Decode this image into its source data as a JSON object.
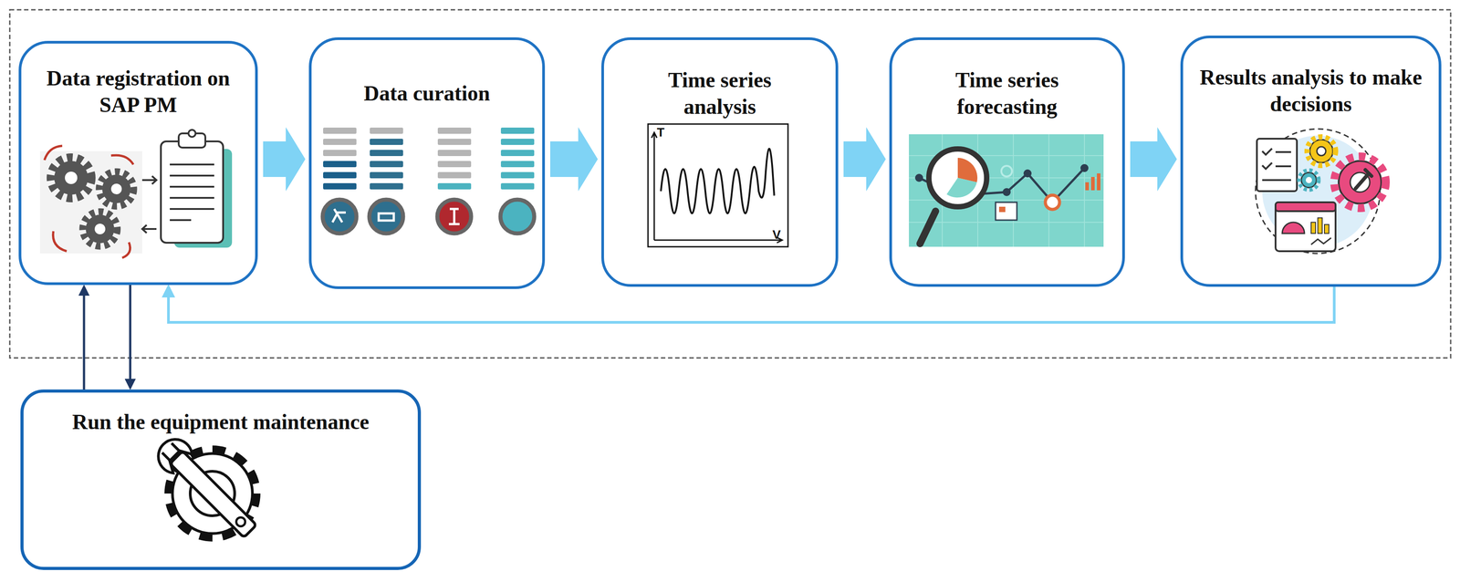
{
  "diagram": {
    "nodes": [
      {
        "text": [
          "Data registration on SAP PM"
        ]
      },
      {
        "text": [
          "Data curation"
        ]
      },
      {
        "text": [
          "Time series analysis"
        ]
      },
      {
        "text": [
          "Time series forecasting"
        ]
      },
      {
        "text": [
          "Results analysis to make decisions"
        ]
      },
      {
        "text": [
          "Run the equipment maintenance"
        ]
      }
    ],
    "edges": [
      {
        "from": 0,
        "to": 1,
        "arrow": "to"
      },
      {
        "from": 1,
        "to": 2,
        "arrow": "to"
      },
      {
        "from": 2,
        "to": 3,
        "arrow": "to"
      },
      {
        "from": 3,
        "to": 4,
        "arrow": "to"
      },
      {
        "from": 4,
        "to": 0,
        "arrow": "to"
      },
      {
        "from": 5,
        "to": 0,
        "arrow": "to"
      },
      {
        "from": 0,
        "to": 5,
        "arrow": "to"
      }
    ],
    "labels": [
      "T",
      "V"
    ]
  }
}
